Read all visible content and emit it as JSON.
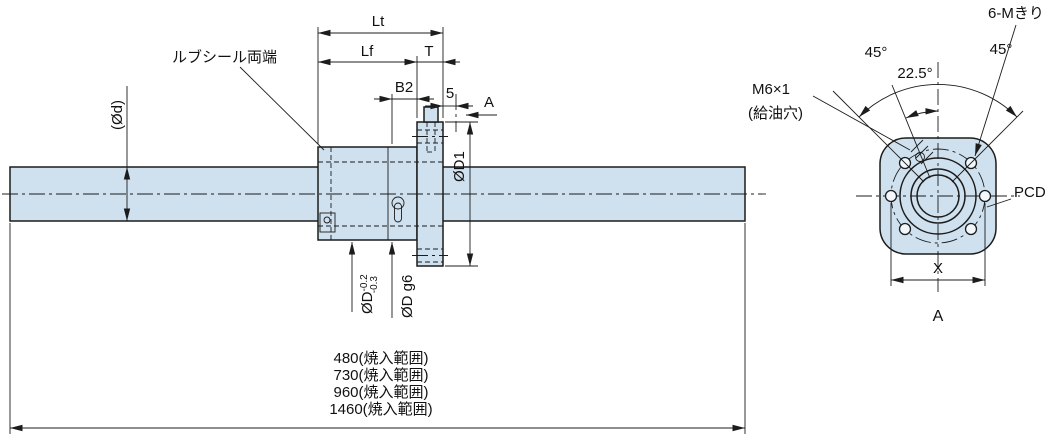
{
  "colors": {
    "part_fill": "#cfe0ee",
    "line": "#1c1c1c"
  },
  "side_view": {
    "lube_seal_label": "ルブシール両端",
    "dims": {
      "lt": "Lt",
      "lf": "Lf",
      "t": "T",
      "b2": "B2",
      "offset5": "5",
      "section": "A",
      "shaft_dia": "(Ød)",
      "flange_dia": "ØD1",
      "nut_od": "ØD",
      "nut_od_tol_upper": "-0.2",
      "nut_od_tol_lower": "-0.3",
      "pilot_dia": "ØD g6"
    },
    "hardening_ranges": [
      "480(焼入範囲)",
      "730(焼入範囲)",
      "960(焼入範囲)",
      "1460(焼入範囲)"
    ]
  },
  "end_view": {
    "bolt_holes_note": "6-Mきり",
    "oil_port_thread": "M6×1",
    "oil_port_note": "(給油穴)",
    "pcd_label": "PCD",
    "width_dim": "X",
    "view_label": "A",
    "angles": {
      "left": "45°",
      "middle": "22.5°",
      "right": "45°"
    }
  }
}
